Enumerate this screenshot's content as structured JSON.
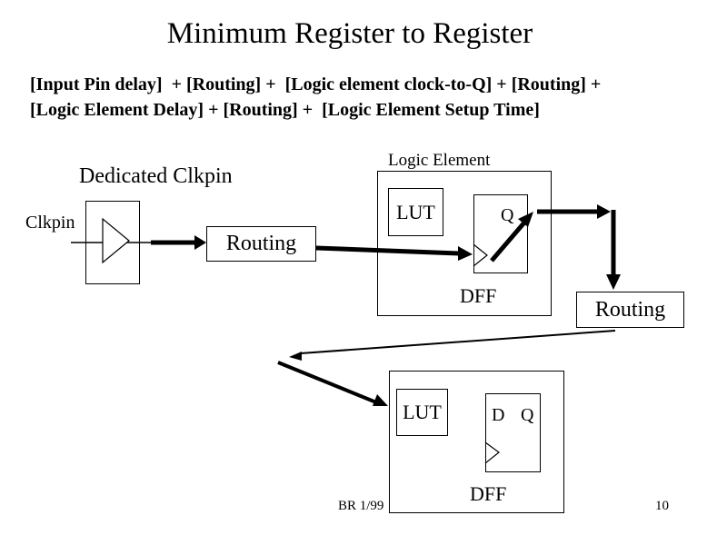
{
  "slide": {
    "title": "Minimum Register to Register",
    "formula_line1": "[Input Pin delay]  + [Routing] +  [Logic element clock-to-Q] + [Routing] +",
    "formula_line2": "[Logic Element Delay] + [Routing] +  [Logic Element Setup Time]",
    "footer_left": "BR 1/99",
    "page_number": "10"
  },
  "diagram": {
    "dedicated_clkpin_label": "Dedicated Clkpin",
    "clkpin_label": "Clkpin",
    "routing1_label": "Routing",
    "routing2_label": "Routing",
    "logic_element1": {
      "title": "Logic Element",
      "lut_label": "LUT",
      "q_label": "Q",
      "dff_label": "DFF"
    },
    "logic_element2": {
      "lut_label": "LUT",
      "d_label": "D",
      "q_label": "Q",
      "dff_label": "DFF"
    },
    "colors": {
      "foreground": "#000000",
      "background": "#ffffff"
    }
  }
}
